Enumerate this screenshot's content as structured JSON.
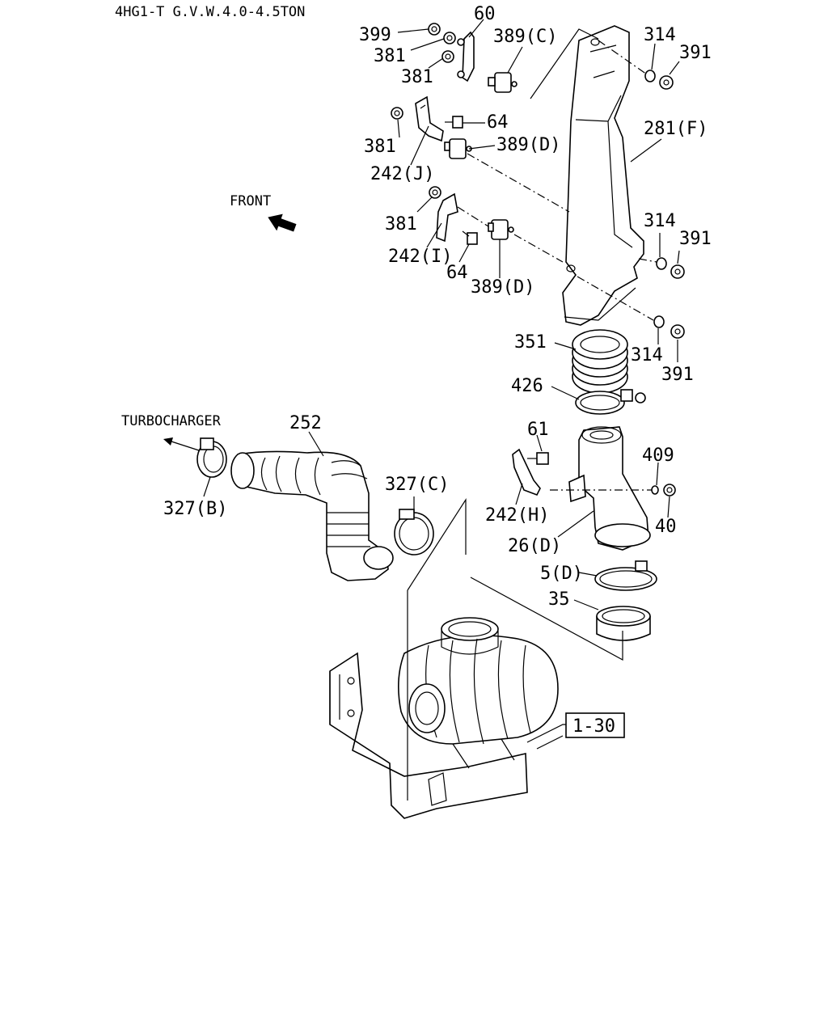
{
  "header": {
    "model_note": "4HG1-T G.V.W.4.0-4.5TON"
  },
  "notes": {
    "front": "FRONT",
    "turbocharger": "TURBOCHARGER"
  },
  "ref_box": "1-30",
  "callouts": {
    "p399": "399",
    "p381a": "381",
    "p381b": "381",
    "p60": "60",
    "p389c": "389(C)",
    "p314a": "314",
    "p391a": "391",
    "p281f": "281(F)",
    "p64a": "64",
    "p381c": "381",
    "p389d_a": "389(D)",
    "p242j": "242(J)",
    "p381d": "381",
    "p242i": "242(I)",
    "p64b": "64",
    "p389d_b": "389(D)",
    "p314b": "314",
    "p391b": "391",
    "p314c": "314",
    "p391c": "391",
    "p351": "351",
    "p426": "426",
    "p252": "252",
    "p327c": "327(C)",
    "p327b": "327(B)",
    "p61": "61",
    "p409": "409",
    "p40": "40",
    "p242h": "242(H)",
    "p26d": "26(D)",
    "p5d": "5(D)",
    "p35": "35"
  }
}
